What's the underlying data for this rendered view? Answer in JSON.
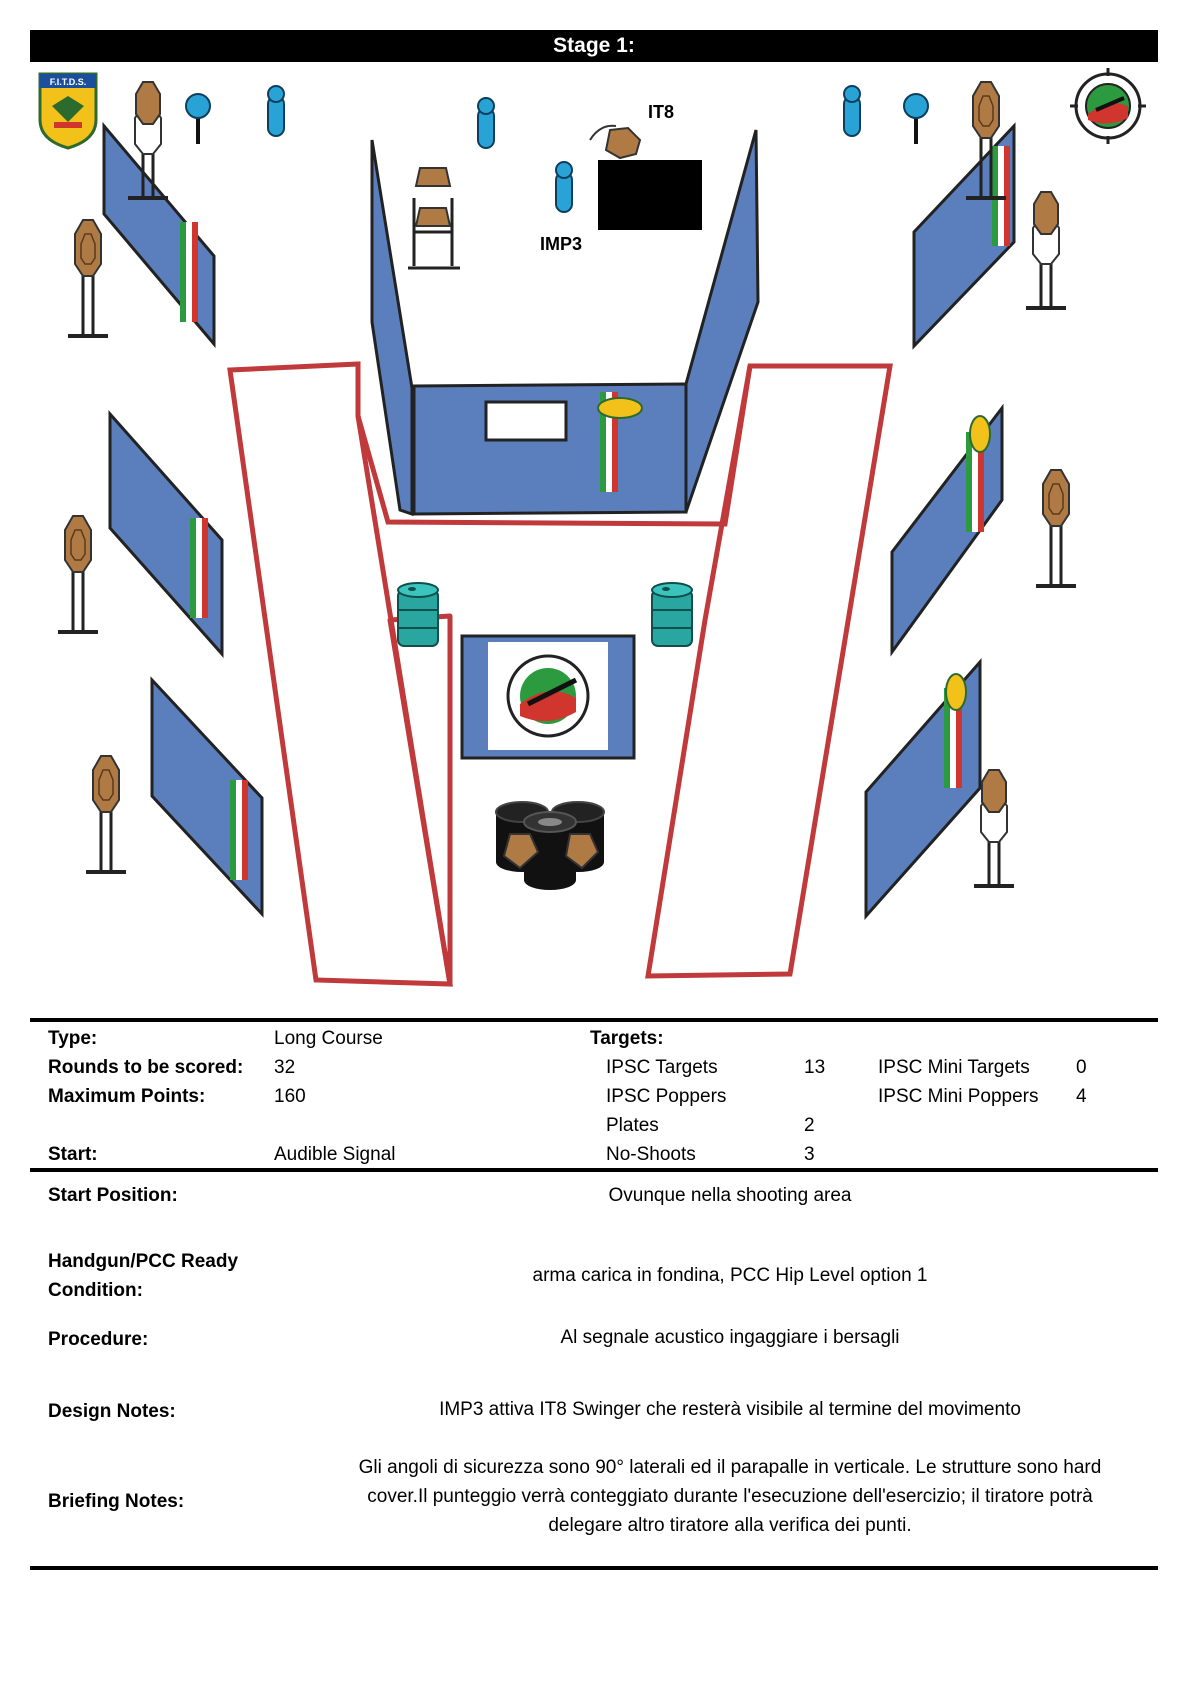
{
  "title": "Stage 1:",
  "diagram": {
    "logo_left_text": "F.I.T.D.S.",
    "label_it8": "IT8",
    "label_imp3": "IMP3"
  },
  "info": {
    "type_label": "Type:",
    "type_value": "Long Course",
    "rounds_label": "Rounds to be scored:",
    "rounds_value": "32",
    "max_points_label": "Maximum Points:",
    "max_points_value": "160",
    "start_label": "Start:",
    "start_value": "Audible Signal",
    "targets_header": "Targets:",
    "targets": [
      {
        "name": "IPSC Targets",
        "count": "13"
      },
      {
        "name": "IPSC Poppers",
        "count": ""
      },
      {
        "name": "Plates",
        "count": "2"
      },
      {
        "name": "No-Shoots",
        "count": "3"
      }
    ],
    "mini": [
      {
        "name": "IPSC Mini Targets",
        "count": "0"
      },
      {
        "name": "IPSC Mini Poppers",
        "count": "4"
      }
    ]
  },
  "details": [
    {
      "label_lines": [
        "Start Position:"
      ],
      "value_lines": [
        "Ovunque nella shooting area"
      ]
    },
    {
      "label_lines": [
        "Handgun/PCC Ready",
        "Condition:"
      ],
      "value_lines": [
        "arma carica in fondina, PCC Hip Level option 1"
      ]
    },
    {
      "label_lines": [
        "Procedure:"
      ],
      "value_lines": [
        "Al segnale acustico ingaggiare i bersagli"
      ]
    },
    {
      "label_lines": [
        "Design Notes:"
      ],
      "value_lines": [
        "IMP3 attiva IT8 Swinger che resterà visibile al termine del movimento"
      ]
    },
    {
      "label_lines": [
        "Briefing Notes:"
      ],
      "value_lines": [
        "Gli angoli di sicurezza sono 90° laterali ed il parapalle in verticale. Le strutture sono hard",
        "cover.Il punteggio verrà conteggiato durante l'esecuzione dell'esercizio; il tiratore potrà",
        "delegare altro tiratore alla verifica  dei punti."
      ]
    }
  ],
  "colors": {
    "wall_blue": "#5b7fbd",
    "fault_line_red": "#c0393b",
    "popper_cyan": "#29a3d6",
    "target_brown": "#b07a45",
    "barrel_teal": "#2aa6a0"
  }
}
